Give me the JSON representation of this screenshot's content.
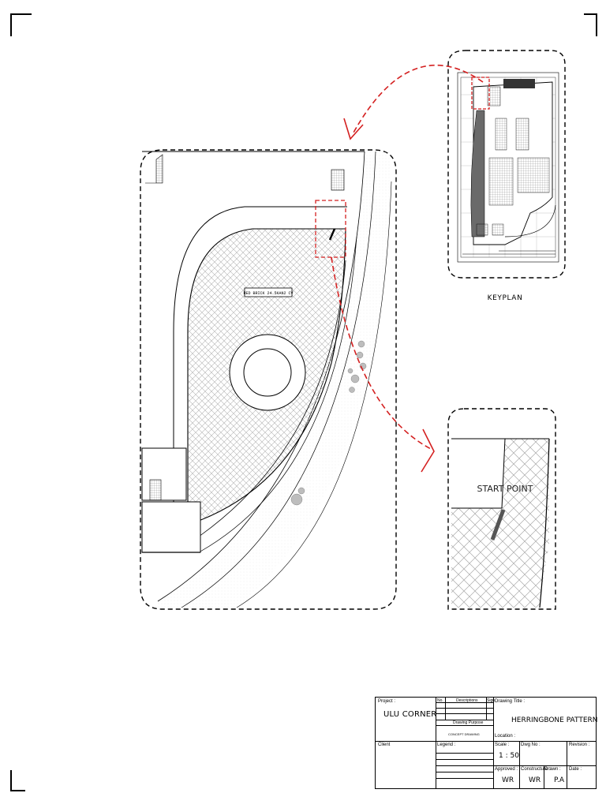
{
  "main_plan": {
    "label_box_text": "RED BRICK 24.5KAN2 CV",
    "start_callout": "START POINT"
  },
  "keyplan": {
    "title": "KEYPLAN"
  },
  "title_block": {
    "project_label": "Project :",
    "project_name": "ULU CORNER",
    "no_label": "No.",
    "descriptions_label": "Descriptions",
    "sign_label": "Sign",
    "drawing_purpose_label": "Drawing Purpose",
    "drawing_purpose_value": "CONCEPT DRAWING",
    "drawing_title_label": "Drawing Title :",
    "drawing_title_value": "HERRINGBONE PATTERN",
    "location_label": "Location :",
    "client_label": "Client",
    "legend_label": "Legend :",
    "scale_label": "Scale :",
    "scale_value": "1 : 50",
    "dwg_no_label": "Dwg No :",
    "revision_label": "Revision :",
    "approved_label": "Approved :",
    "approved_value": "WR",
    "constructure_label": "Constructure :",
    "constructure_value": "WR",
    "drawn_label": "Drawn :",
    "drawn_value": "P.A",
    "date_label": "Date :"
  },
  "colors": {
    "callout_red": "#d42020",
    "line": "#000000",
    "hatch": "#bdbdbd"
  }
}
